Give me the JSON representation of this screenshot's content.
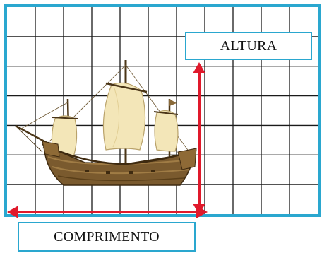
{
  "labels": {
    "height": "ALTURA",
    "length": "COMPRIMENTO"
  },
  "colors": {
    "frame": "#2aa7cf",
    "grid": "#1a1a1a",
    "arrow": "#e0192b",
    "hull": "#7a5a2e",
    "sail": "#f3e6b8"
  },
  "illustration": "sailing-ship"
}
